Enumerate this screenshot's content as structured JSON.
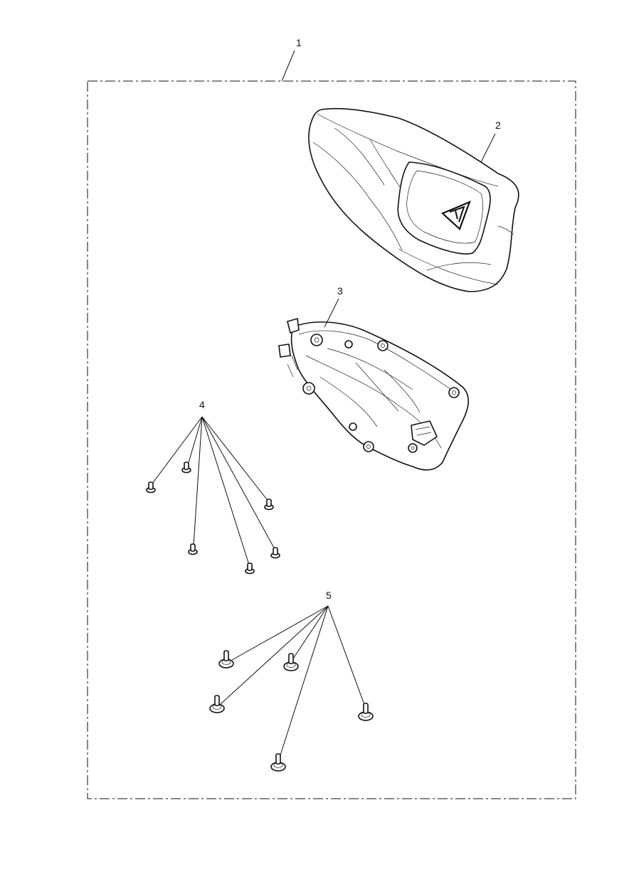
{
  "callouts": {
    "kit": "1",
    "seat_cover": "2",
    "seat_base": "3",
    "small_screws": "4",
    "rubber_buffers": "5"
  },
  "colors": {
    "line": "#111111",
    "background": "#ffffff"
  }
}
